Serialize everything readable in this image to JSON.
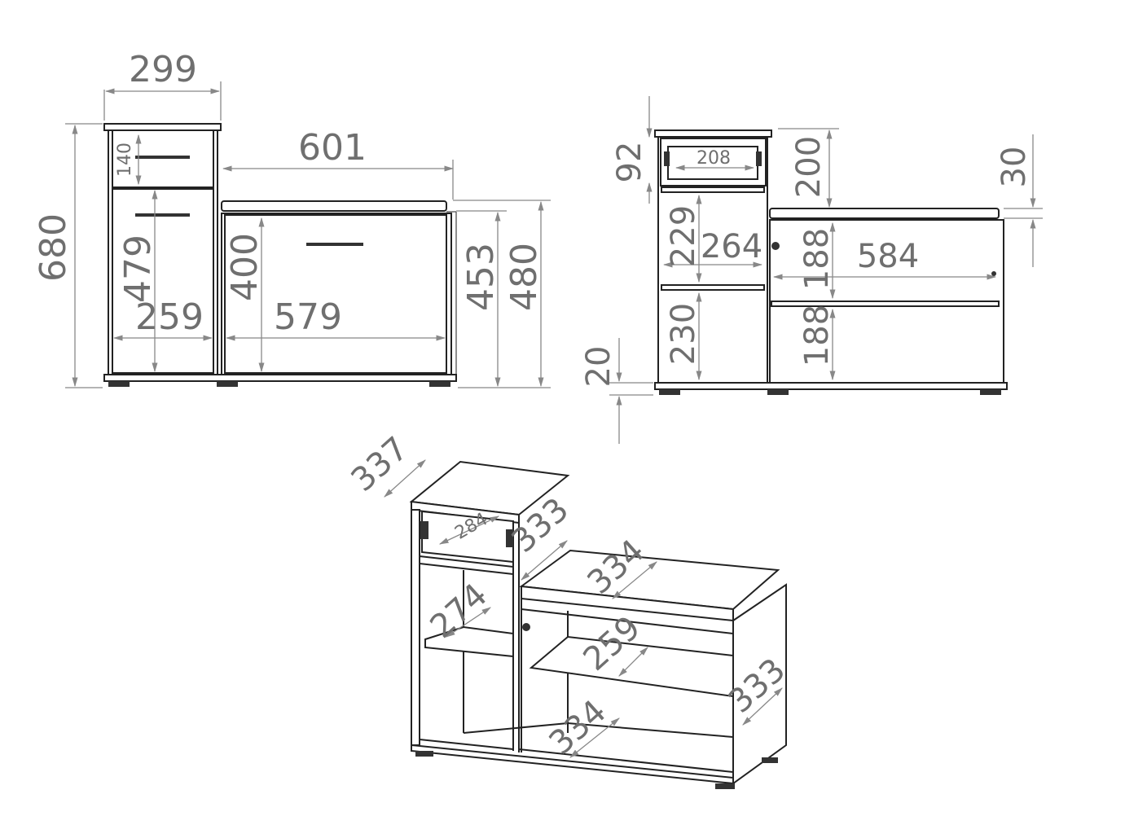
{
  "front_view": {
    "dims": {
      "top_width": "299",
      "total_height": "680",
      "drawer_height": "140",
      "door_height": "479",
      "inner_width_left": "259",
      "bench_width": "601",
      "bench_front_height": "400",
      "bench_inner_width": "579",
      "bench_height_453": "453",
      "bench_height_480": "480"
    }
  },
  "open_view": {
    "dims": {
      "drawer_gap": "92",
      "drawer_inner": "208",
      "upper_height": "200",
      "seat_thickness": "30",
      "shelf_height_upper": "229",
      "inner_width": "264",
      "compartment_upper": "188",
      "bench_inner_width": "584",
      "lower_height": "230",
      "compartment_lower": "188",
      "plinth": "20"
    }
  },
  "iso_view": {
    "dims": {
      "depth_top": "337",
      "drawer_depth": "284",
      "tower_depth": "333",
      "seat_depth": "334",
      "shelf_depth_left": "274",
      "shelf_depth_right": "259",
      "bottom_depth": "334",
      "side_depth": "333"
    }
  }
}
